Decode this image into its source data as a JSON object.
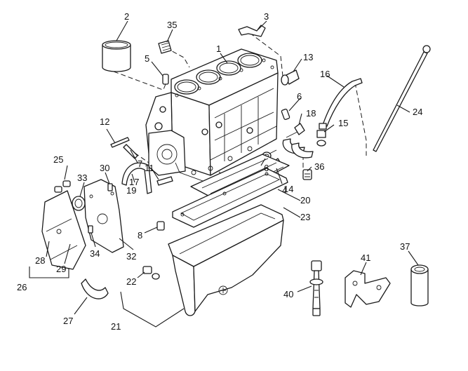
{
  "callouts": [
    "1",
    "2",
    "3",
    "4",
    "5",
    "6",
    "6",
    "7",
    "8",
    "11",
    "12",
    "13",
    "14",
    "15",
    "16",
    "17",
    "18",
    "19",
    "20",
    "21",
    "22",
    "23",
    "24",
    "25",
    "26",
    "27",
    "28",
    "29",
    "30",
    "32",
    "33",
    "34",
    "35",
    "36",
    "37",
    "40",
    "41"
  ]
}
